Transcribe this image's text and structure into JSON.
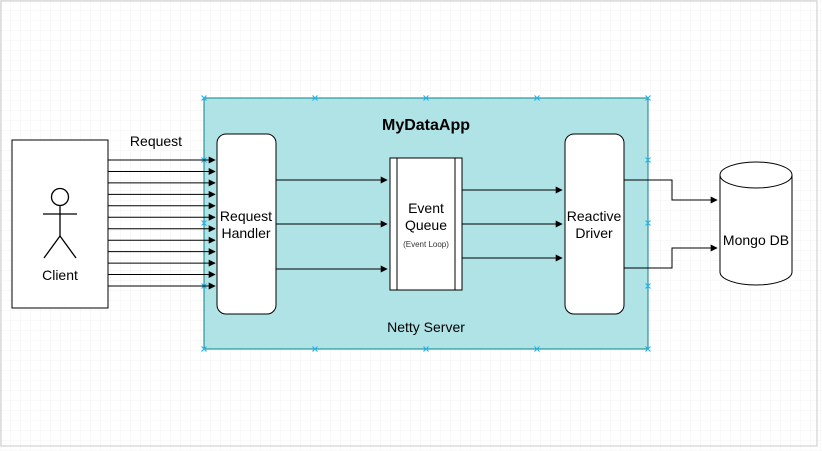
{
  "diagram": {
    "title": "MyDataApp",
    "container_label": "Netty Server",
    "request_label": "Request",
    "client": {
      "label": "Client",
      "icon": "actor-icon"
    },
    "nodes": {
      "request_handler": {
        "line1": "Request",
        "line2": "Handler"
      },
      "event_queue": {
        "line1": "Event",
        "line2": "Queue",
        "sublabel": "(Event Loop)"
      },
      "reactive_driver": {
        "line1": "Reactive",
        "line2": "Driver"
      },
      "mongo_db": {
        "label": "Mongo DB",
        "icon": "database-cylinder-icon"
      }
    },
    "request_arrow_count": 12,
    "colors": {
      "container_fill": "#b0e3e6",
      "container_stroke": "#0e8088",
      "selection_handle": "#29b6f2",
      "canvas_border": "#c8c8c8",
      "grid": "#f0f0f0",
      "stroke": "#000000"
    }
  }
}
